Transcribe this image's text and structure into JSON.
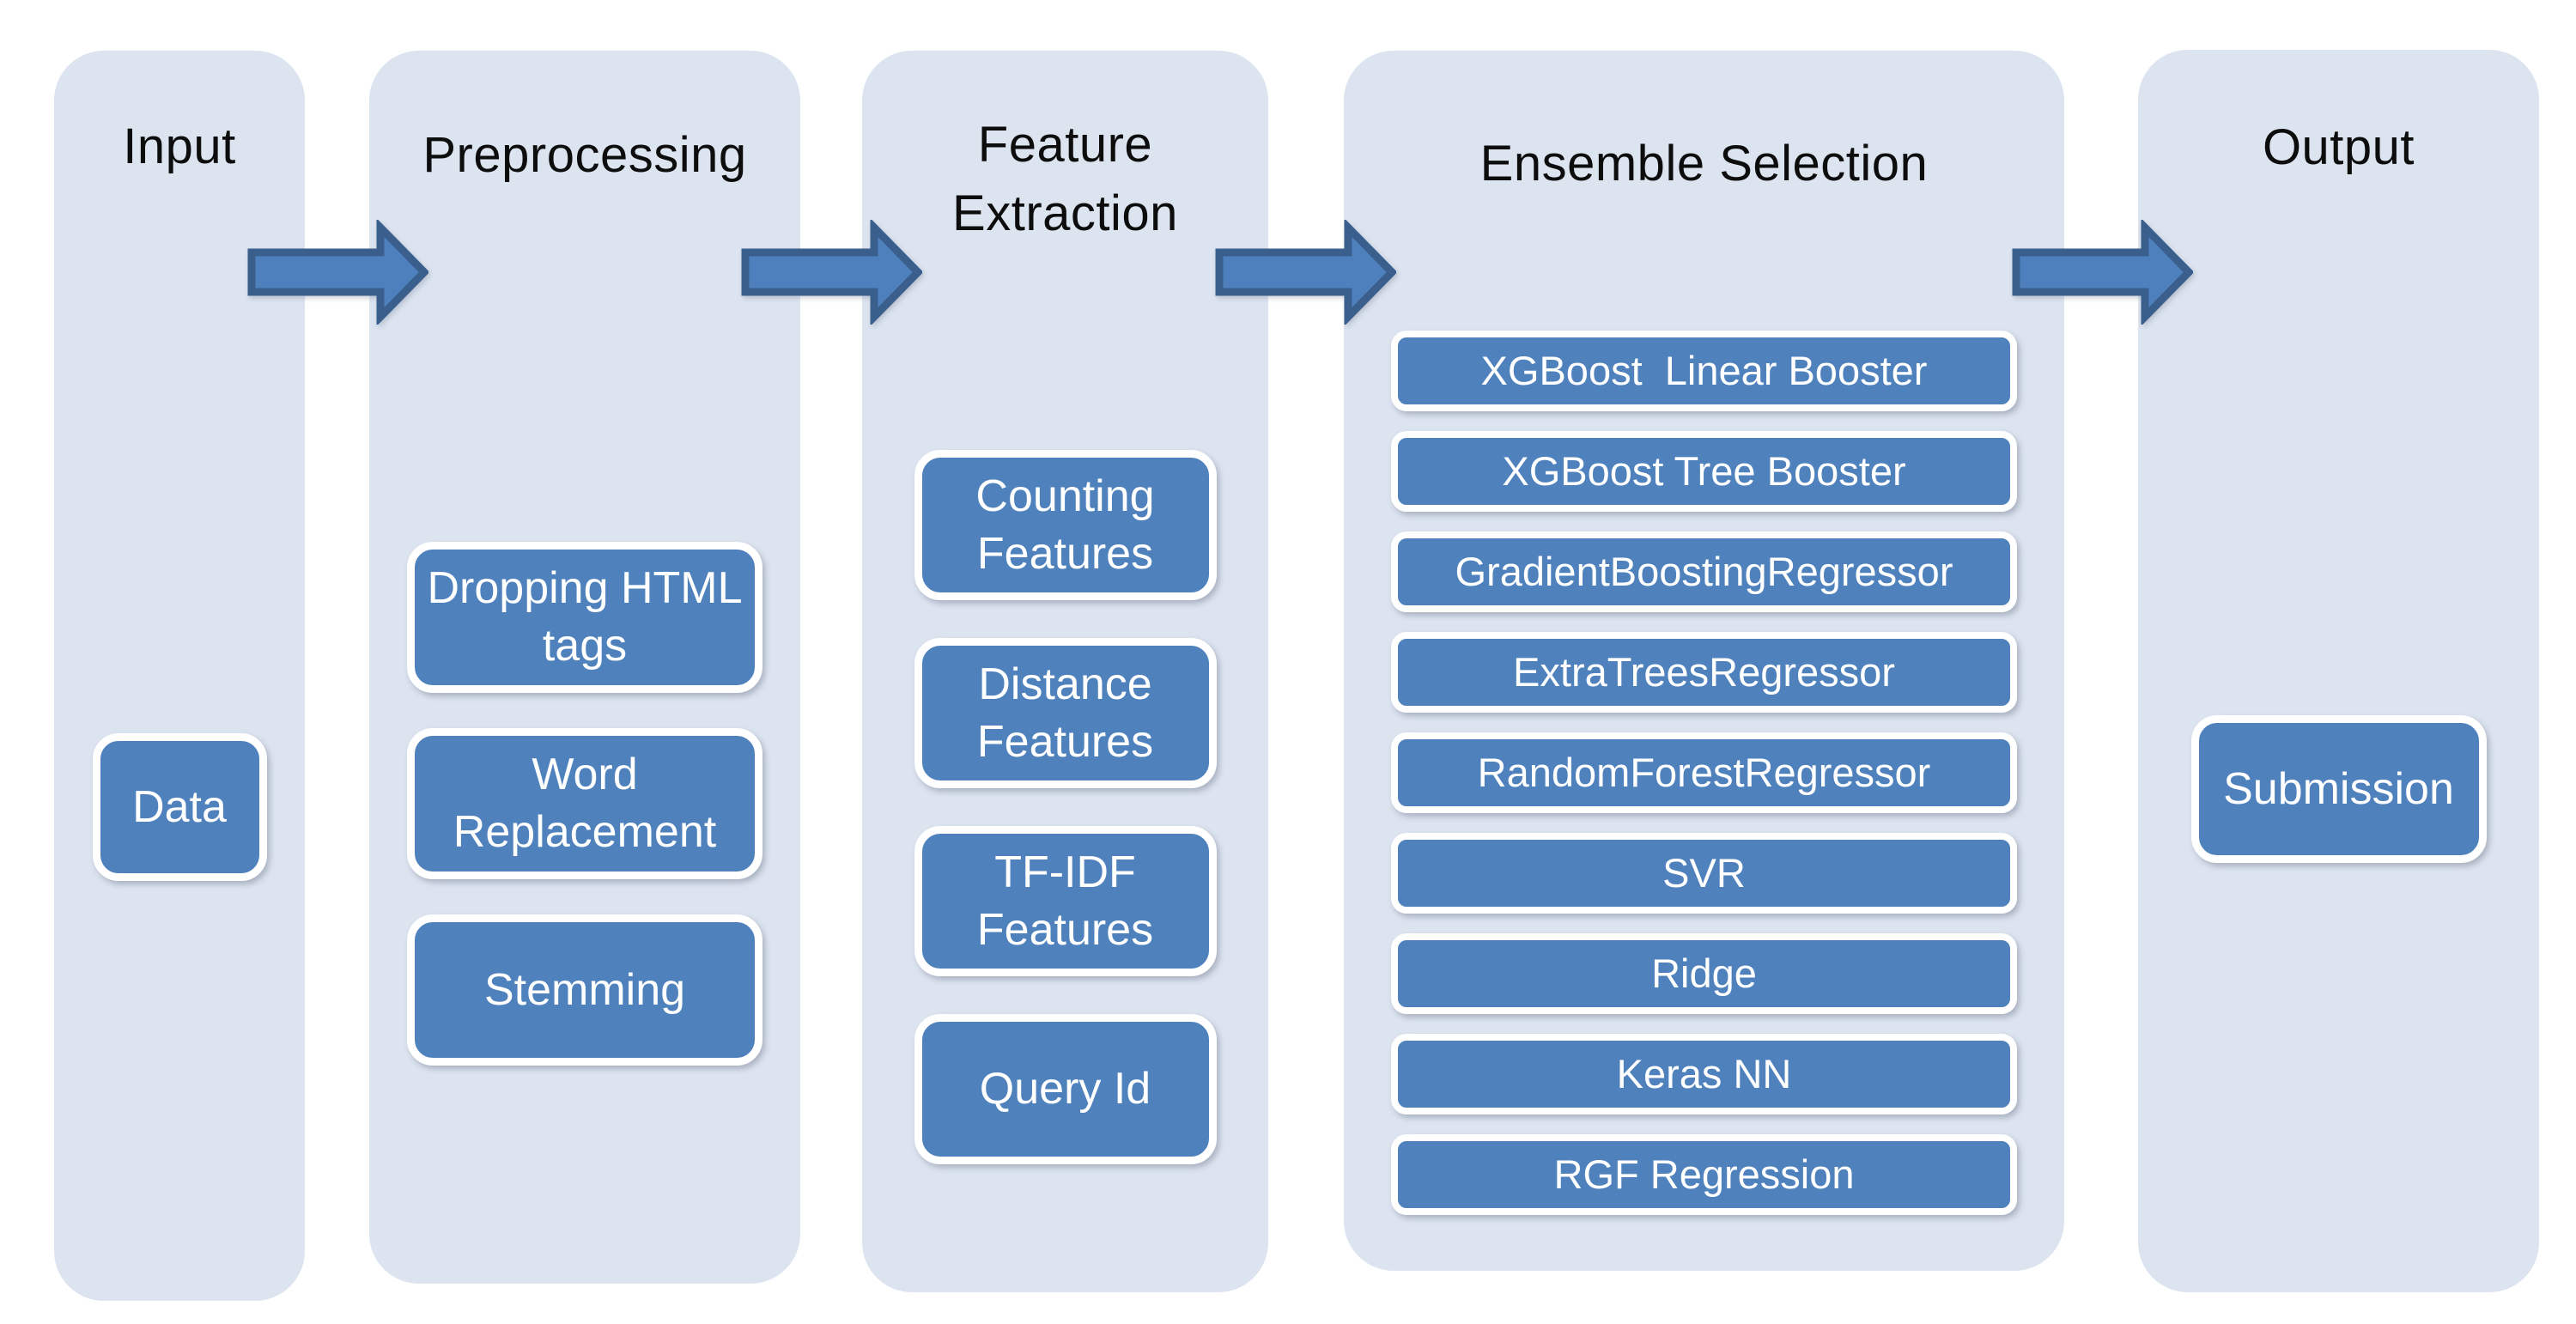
{
  "diagram": {
    "title": "ML pipeline flow diagram",
    "colors": {
      "page_bg": "#ffffff",
      "column_bg": "#dce4f0",
      "box_fill": "#4f81bd",
      "box_border": "#ffffff",
      "box_text": "#ffffff",
      "title_text": "#0d0d0d",
      "arrow_fill": "#4d80bd",
      "arrow_border": "#3a5f8d"
    },
    "columns": [
      {
        "id": "input",
        "title": "Input",
        "boxes": [
          "Data"
        ]
      },
      {
        "id": "preprocessing",
        "title": "Preprocessing",
        "boxes": [
          "Dropping HTML tags",
          "Word Replacement",
          "Stemming"
        ]
      },
      {
        "id": "feature-extraction",
        "title": "Feature\nExtraction",
        "boxes": [
          "Counting Features",
          "Distance Features",
          "TF-IDF Features",
          "Query Id"
        ]
      },
      {
        "id": "ensemble-selection",
        "title": "Ensemble Selection",
        "boxes": [
          "XGBoost  Linear Booster",
          "XGBoost Tree Booster",
          "GradientBoostingRegressor",
          "ExtraTreesRegressor",
          "RandomForestRegressor",
          "SVR",
          "Ridge",
          "Keras NN",
          "RGF Regression"
        ]
      },
      {
        "id": "output",
        "title": "Output",
        "boxes": [
          "Submission"
        ]
      }
    ],
    "arrows": {
      "count": 4,
      "direction": "right"
    }
  }
}
